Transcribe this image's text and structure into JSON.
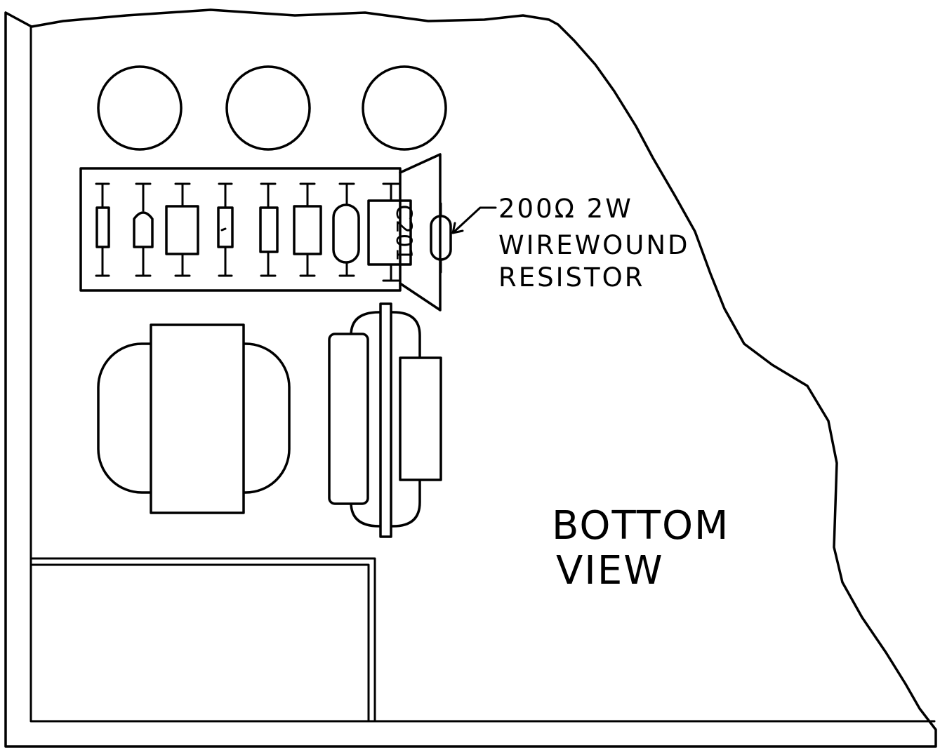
{
  "diagram": {
    "component_designator": "C201",
    "callout": {
      "line1": "200Ω 2W",
      "line2": "WIREWOUND",
      "line3": "RESISTOR"
    },
    "view_label": {
      "line1": "BOTTOM",
      "line2": "VIEW"
    }
  }
}
